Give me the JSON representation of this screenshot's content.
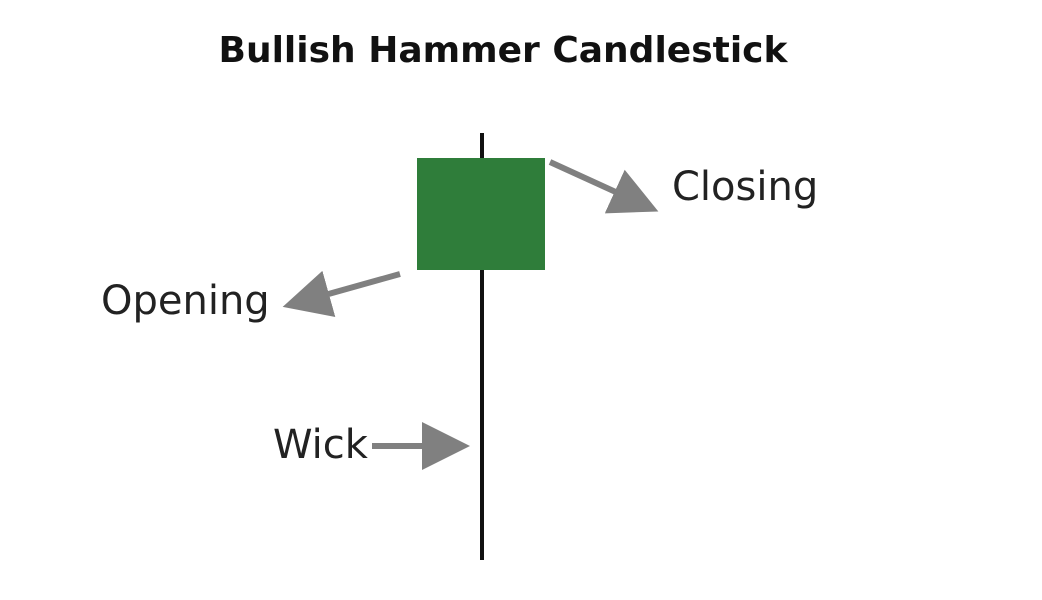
{
  "title": "Bullish Hammer Candlestick",
  "labels": {
    "closing": "Closing",
    "opening": "Opening",
    "wick": "Wick"
  },
  "colors": {
    "body": "#2f7d3a",
    "wick": "#111111",
    "arrow": "#808080",
    "text": "#222222"
  }
}
